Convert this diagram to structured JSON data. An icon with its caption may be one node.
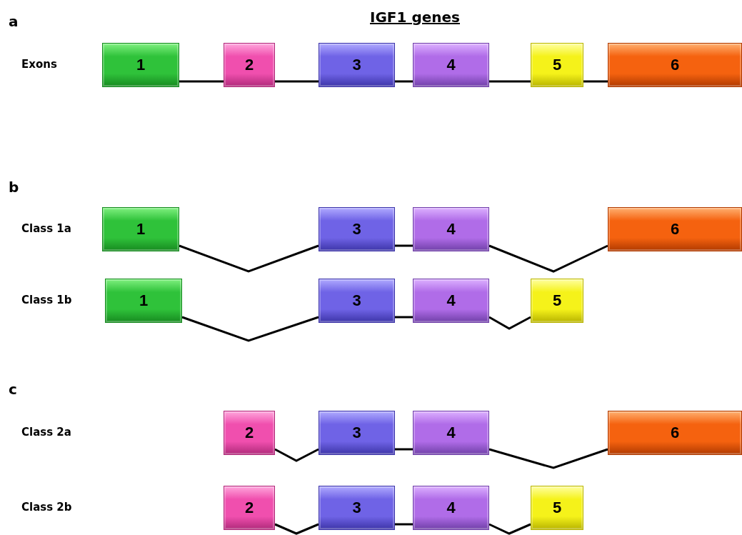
{
  "diagram": {
    "title": "IGF1 genes",
    "nodes": [
      {
        "text": [
          "1"
        ]
      },
      {
        "text": [
          "2"
        ]
      },
      {
        "text": [
          "3"
        ]
      },
      {
        "text": [
          "4"
        ]
      },
      {
        "text": [
          "5"
        ]
      },
      {
        "text": [
          "6"
        ]
      },
      {
        "text": [
          "1"
        ]
      },
      {
        "text": [
          "3"
        ]
      },
      {
        "text": [
          "4"
        ]
      },
      {
        "text": [
          "6"
        ]
      },
      {
        "text": [
          "1"
        ]
      },
      {
        "text": [
          "3"
        ]
      },
      {
        "text": [
          "4"
        ]
      },
      {
        "text": [
          "5"
        ]
      },
      {
        "text": [
          "2"
        ]
      },
      {
        "text": [
          "3"
        ]
      },
      {
        "text": [
          "4"
        ]
      },
      {
        "text": [
          "6"
        ]
      },
      {
        "text": [
          "2"
        ]
      },
      {
        "text": [
          "3"
        ]
      },
      {
        "text": [
          "4"
        ]
      },
      {
        "text": [
          "5"
        ]
      }
    ],
    "edges": [
      {
        "from": 0,
        "to": 1,
        "arrow": "none"
      },
      {
        "from": 1,
        "to": 2,
        "arrow": "none"
      },
      {
        "from": 2,
        "to": 3,
        "arrow": "none"
      },
      {
        "from": 3,
        "to": 4,
        "arrow": "none"
      },
      {
        "from": 4,
        "to": 5,
        "arrow": "none"
      },
      {
        "from": 6,
        "to": 7,
        "arrow": "none"
      },
      {
        "from": 7,
        "to": 8,
        "arrow": "none"
      },
      {
        "from": 8,
        "to": 9,
        "arrow": "none"
      },
      {
        "from": 10,
        "to": 11,
        "arrow": "none"
      },
      {
        "from": 11,
        "to": 12,
        "arrow": "none"
      },
      {
        "from": 12,
        "to": 13,
        "arrow": "none"
      },
      {
        "from": 14,
        "to": 15,
        "arrow": "none"
      },
      {
        "from": 15,
        "to": 16,
        "arrow": "none"
      },
      {
        "from": 16,
        "to": 17,
        "arrow": "none"
      },
      {
        "from": 18,
        "to": 19,
        "arrow": "none"
      },
      {
        "from": 19,
        "to": 20,
        "arrow": "none"
      },
      {
        "from": 20,
        "to": 21,
        "arrow": "none"
      }
    ],
    "labels": [
      "a",
      "Exons",
      "b",
      "Class 1a",
      "Class 1b",
      "c",
      "Class 2a",
      "Class 2b"
    ]
  }
}
